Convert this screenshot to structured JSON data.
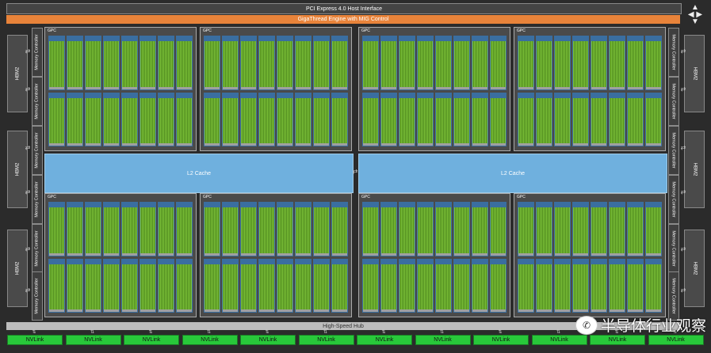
{
  "pcie": "PCI Express 4.0 Host Interface",
  "gigathread": "GigaThread Engine with MIG Control",
  "hub": "High-Speed Hub",
  "l2": [
    "L2 Cache",
    "L2 Cache"
  ],
  "hbm": [
    "HBM2",
    "HBM2",
    "HBM2",
    "HBM2",
    "HBM2",
    "HBM2"
  ],
  "memctl": "Memory Controller",
  "gpc": "GPC",
  "nvlink": [
    "NVLink",
    "NVLink",
    "NVLink",
    "NVLink",
    "NVLink",
    "NVLink",
    "NVLink",
    "NVLink",
    "NVLink",
    "NVLink",
    "NVLink",
    "NVLink"
  ],
  "watermark": "半导体行业观察",
  "colors": {
    "accent": "#e8833a",
    "l2": "#6fb0de",
    "nvlink": "#28c83a",
    "sm": "#7ec43a"
  }
}
